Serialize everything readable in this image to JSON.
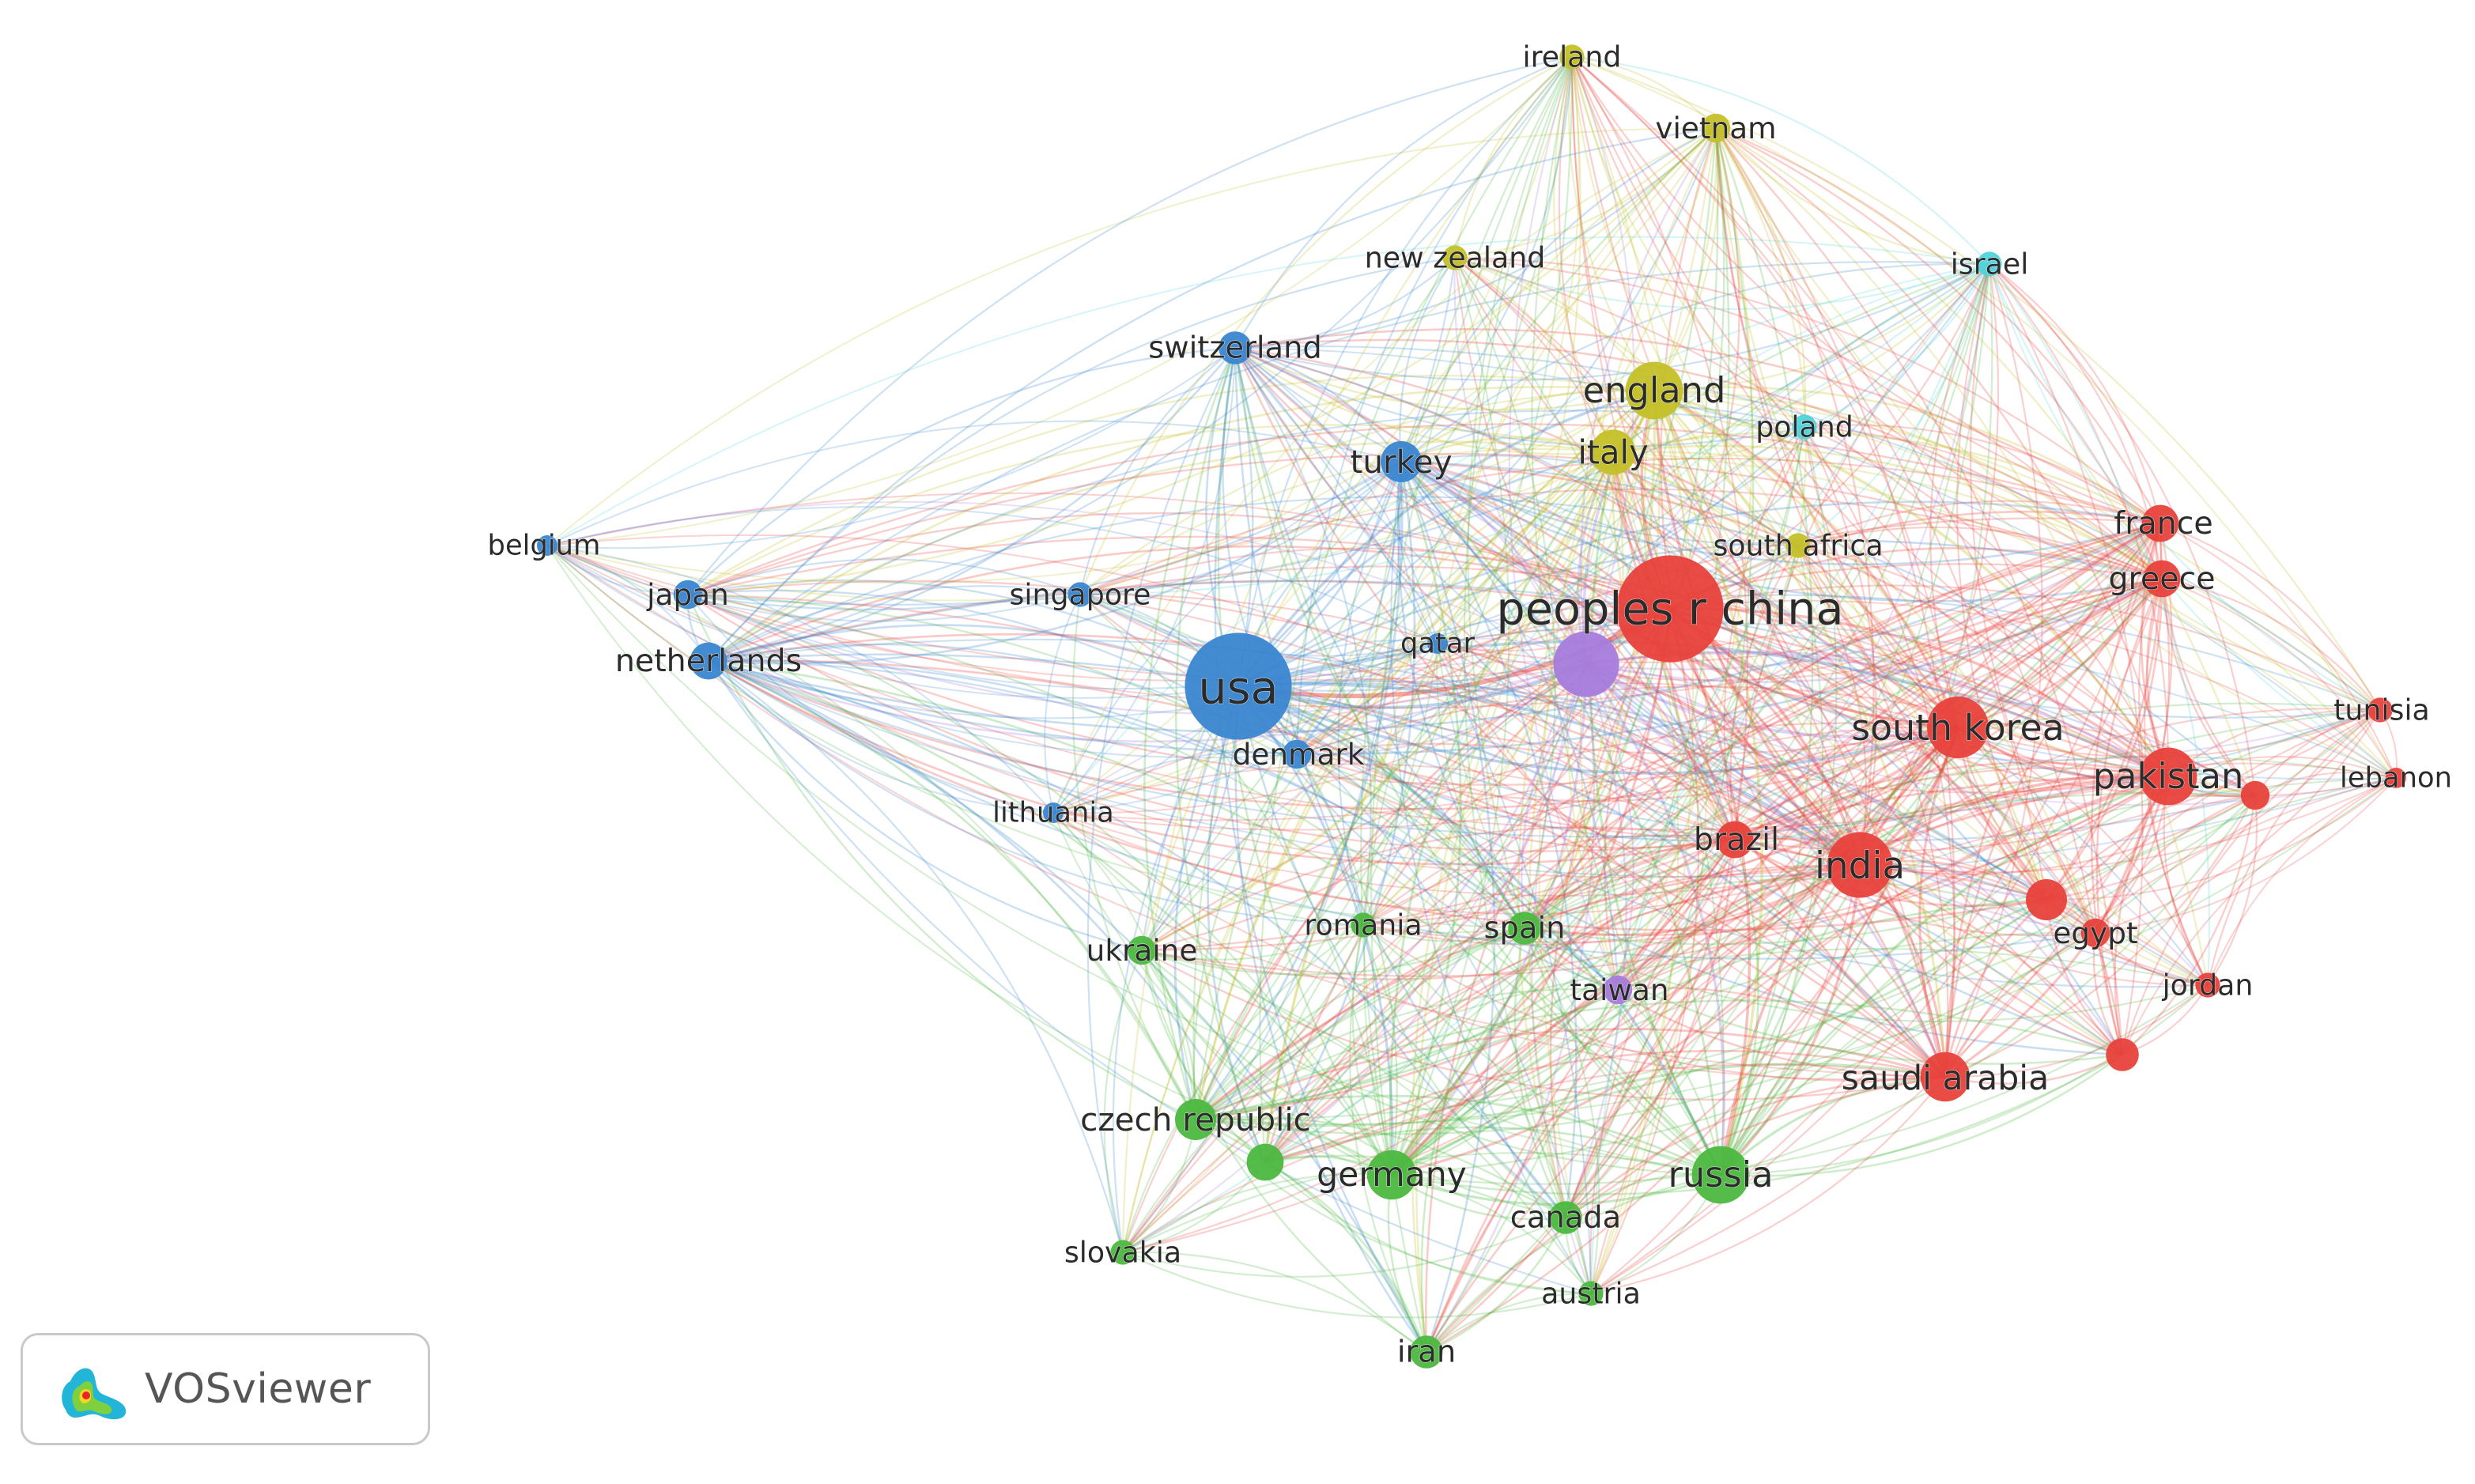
{
  "colors": {
    "red": "#e8413b",
    "blue": "#3a86d0",
    "yellow": "#c4c028",
    "green": "#4cb83f",
    "cyan": "#4fd3dc",
    "purple": "#a77cdc",
    "label": "#2b2b2b"
  },
  "logo": {
    "text": "VOSviewer",
    "icon": "vosviewer-logo-icon"
  },
  "nodes": [
    {
      "id": "ireland",
      "label": "ireland",
      "cluster": "yellow",
      "size": 6
    },
    {
      "id": "vietnam",
      "label": "vietnam",
      "cluster": "yellow",
      "size": 7
    },
    {
      "id": "new-zealand",
      "label": "new zealand",
      "cluster": "yellow",
      "size": 6
    },
    {
      "id": "israel",
      "label": "israel",
      "cluster": "cyan",
      "size": 6
    },
    {
      "id": "switzerland",
      "label": "switzerland",
      "cluster": "blue",
      "size": 8
    },
    {
      "id": "england",
      "label": "england",
      "cluster": "yellow",
      "size": 14
    },
    {
      "id": "poland",
      "label": "poland",
      "cluster": "cyan",
      "size": 6
    },
    {
      "id": "turkey",
      "label": "turkey",
      "cluster": "blue",
      "size": 10
    },
    {
      "id": "italy",
      "label": "italy",
      "cluster": "yellow",
      "size": 11
    },
    {
      "id": "belgium",
      "label": "belgium",
      "cluster": "blue",
      "size": 5
    },
    {
      "id": "france",
      "label": "france",
      "cluster": "red",
      "size": 9
    },
    {
      "id": "south-africa",
      "label": "south africa",
      "cluster": "yellow",
      "size": 6
    },
    {
      "id": "japan",
      "label": "japan",
      "cluster": "blue",
      "size": 7
    },
    {
      "id": "singapore",
      "label": "singapore",
      "cluster": "blue",
      "size": 6
    },
    {
      "id": "peoples-r-china",
      "label": "peoples r china",
      "cluster": "red",
      "size": 26
    },
    {
      "id": "greece",
      "label": "greece",
      "cluster": "red",
      "size": 9
    },
    {
      "id": "netherlands",
      "label": "netherlands",
      "cluster": "blue",
      "size": 9
    },
    {
      "id": "qatar",
      "label": "qatar",
      "cluster": "blue",
      "size": 5
    },
    {
      "id": "purple-hub",
      "label": "",
      "cluster": "purple",
      "size": 16
    },
    {
      "id": "usa",
      "label": "usa",
      "cluster": "blue",
      "size": 26
    },
    {
      "id": "tunisia",
      "label": "tunisia",
      "cluster": "red",
      "size": 6
    },
    {
      "id": "south-korea",
      "label": "south korea",
      "cluster": "red",
      "size": 15
    },
    {
      "id": "denmark",
      "label": "denmark",
      "cluster": "blue",
      "size": 7
    },
    {
      "id": "pakistan",
      "label": "pakistan",
      "cluster": "red",
      "size": 14
    },
    {
      "id": "lebanon",
      "label": "lebanon",
      "cluster": "red",
      "size": 5
    },
    {
      "id": "red-node-a",
      "label": "",
      "cluster": "red",
      "size": 7
    },
    {
      "id": "lithuania",
      "label": "lithuania",
      "cluster": "blue",
      "size": 5
    },
    {
      "id": "brazil",
      "label": "brazil",
      "cluster": "red",
      "size": 9
    },
    {
      "id": "india",
      "label": "india",
      "cluster": "red",
      "size": 16
    },
    {
      "id": "red-node-b",
      "label": "",
      "cluster": "red",
      "size": 10
    },
    {
      "id": "egypt",
      "label": "egypt",
      "cluster": "red",
      "size": 7
    },
    {
      "id": "romania",
      "label": "romania",
      "cluster": "green",
      "size": 6
    },
    {
      "id": "spain",
      "label": "spain",
      "cluster": "green",
      "size": 8
    },
    {
      "id": "ukraine",
      "label": "ukraine",
      "cluster": "green",
      "size": 7
    },
    {
      "id": "taiwan",
      "label": "taiwan",
      "cluster": "purple",
      "size": 7
    },
    {
      "id": "jordan",
      "label": "jordan",
      "cluster": "red",
      "size": 6
    },
    {
      "id": "red-node-c",
      "label": "",
      "cluster": "red",
      "size": 8
    },
    {
      "id": "saudi-arabia",
      "label": "saudi arabia",
      "cluster": "red",
      "size": 12
    },
    {
      "id": "czech-republic",
      "label": "czech republic",
      "cluster": "green",
      "size": 10
    },
    {
      "id": "green-node-a",
      "label": "",
      "cluster": "green",
      "size": 9
    },
    {
      "id": "germany",
      "label": "germany",
      "cluster": "green",
      "size": 12
    },
    {
      "id": "russia",
      "label": "russia",
      "cluster": "green",
      "size": 14
    },
    {
      "id": "canada",
      "label": "canada",
      "cluster": "green",
      "size": 8
    },
    {
      "id": "slovakia",
      "label": "slovakia",
      "cluster": "green",
      "size": 6
    },
    {
      "id": "austria",
      "label": "austria",
      "cluster": "green",
      "size": 6
    },
    {
      "id": "iran",
      "label": "iran",
      "cluster": "green",
      "size": 8
    }
  ]
}
